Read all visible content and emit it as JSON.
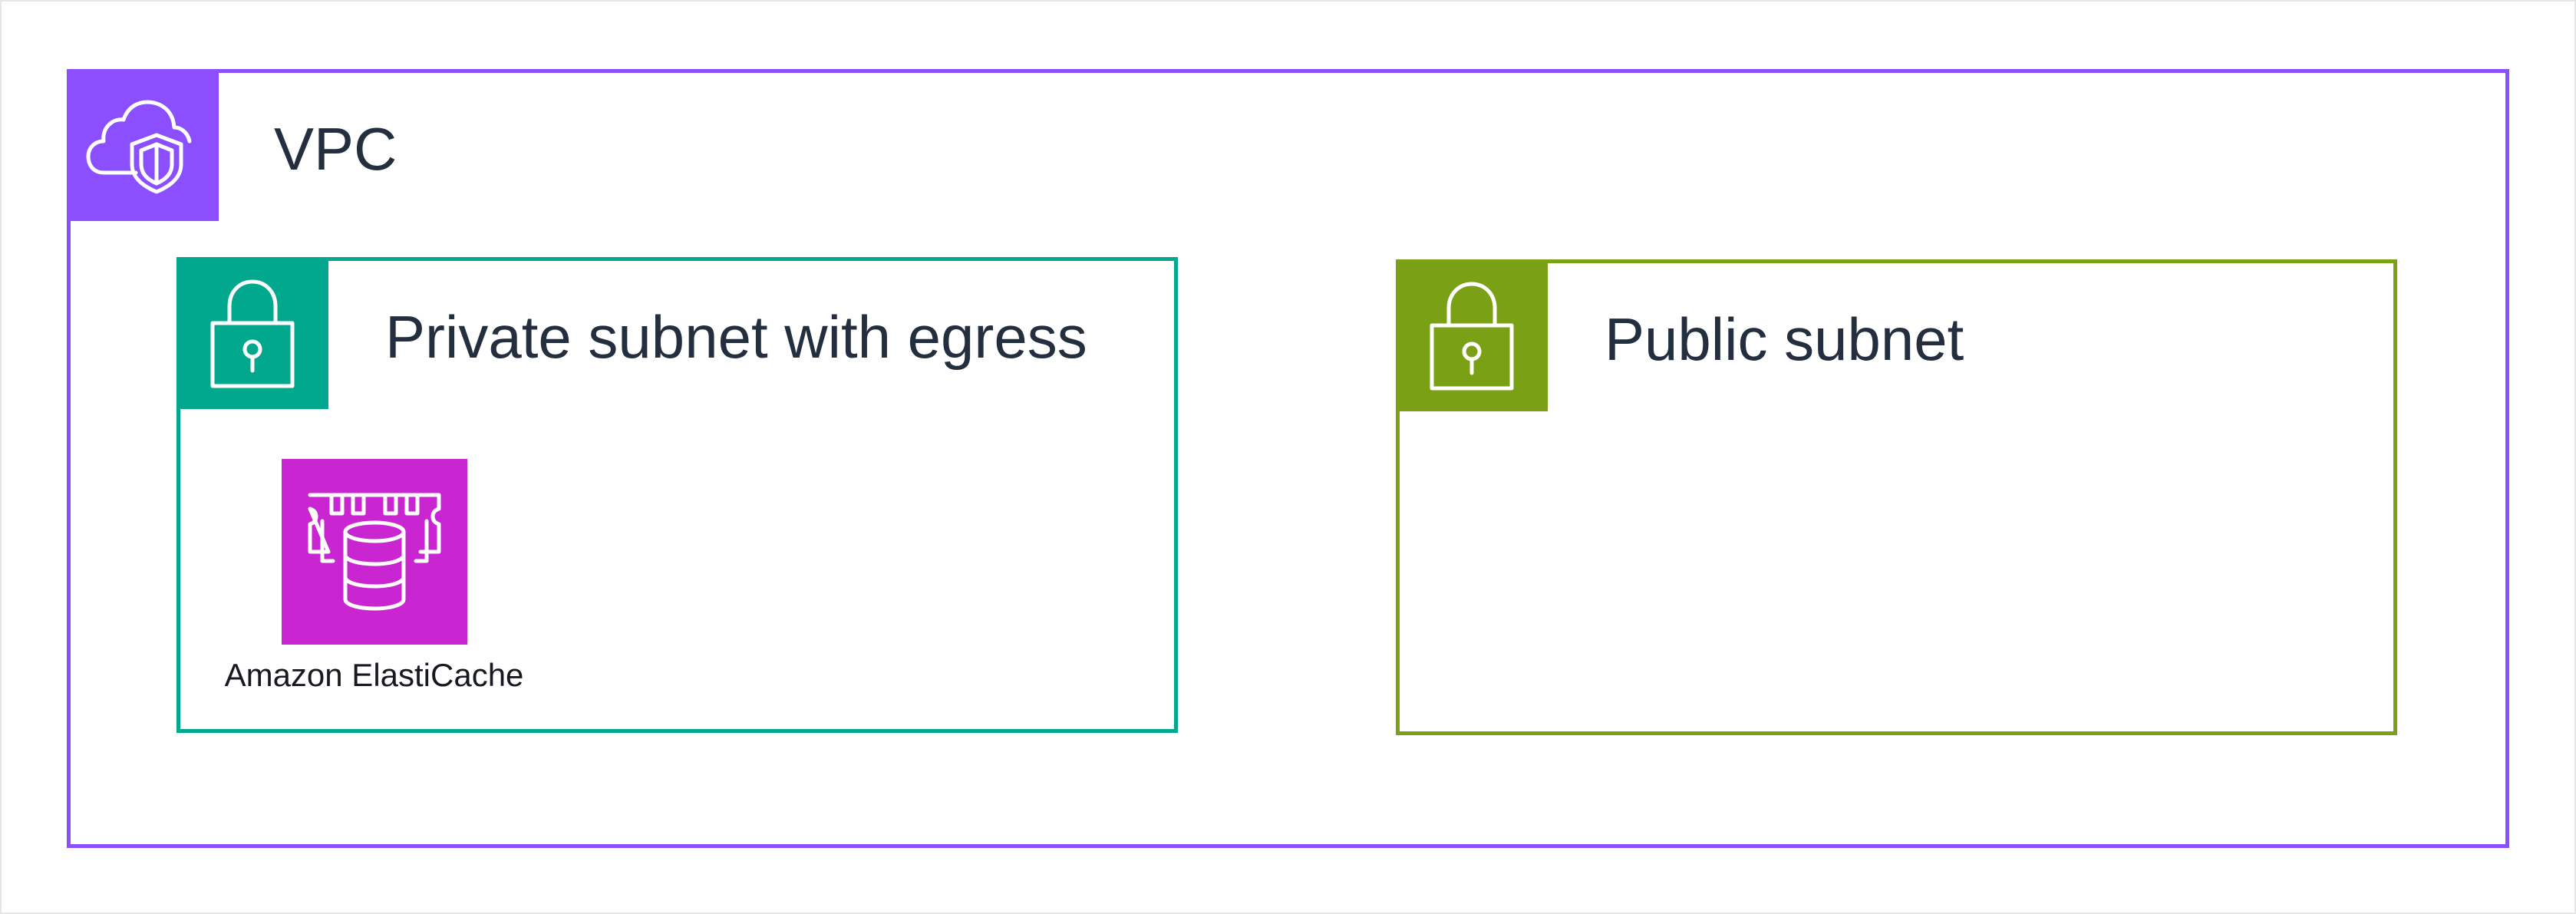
{
  "diagram": {
    "vpc": {
      "label": "VPC",
      "icon": "vpc-cloud-shield-icon",
      "color": "#8C4FFF"
    },
    "private_subnet": {
      "label": "Private subnet with egress",
      "icon": "padlock-icon",
      "color": "#01A88D"
    },
    "public_subnet": {
      "label": "Public subnet",
      "icon": "padlock-icon",
      "color": "#7AA116"
    },
    "elasticache": {
      "label": "Amazon ElastiCache",
      "icon": "elasticache-icon",
      "color": "#C925D1"
    }
  }
}
